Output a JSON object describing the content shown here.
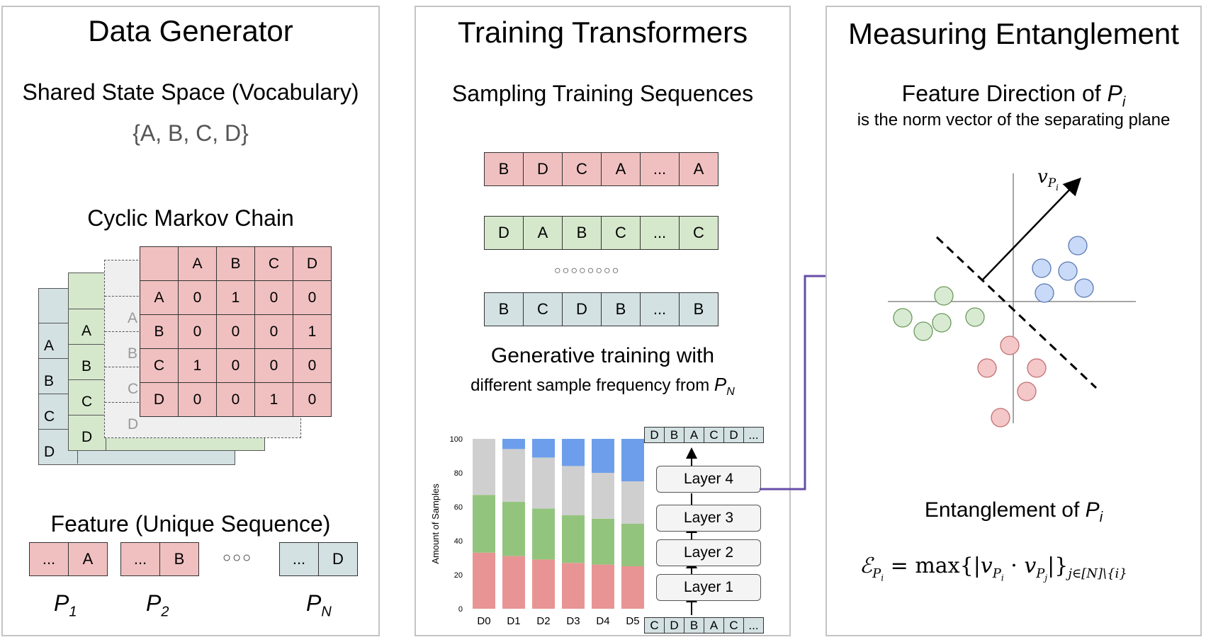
{
  "panels": {
    "generator": {
      "title": "Data Generator",
      "state_space_label": "Shared State Space (Vocabulary)",
      "vocabulary": "{A, B, C, D}",
      "chain_label": "Cyclic Markov Chain",
      "matrix": {
        "cols": [
          "A",
          "B",
          "C",
          "D"
        ],
        "rows": [
          {
            "label": "A",
            "values": [
              "0",
              "1",
              "0",
              "0"
            ]
          },
          {
            "label": "B",
            "values": [
              "0",
              "0",
              "0",
              "1"
            ]
          },
          {
            "label": "C",
            "values": [
              "1",
              "0",
              "0",
              "0"
            ]
          },
          {
            "label": "D",
            "values": [
              "0",
              "0",
              "1",
              "0"
            ]
          }
        ]
      },
      "feature_label": "Feature (Unique Sequence)",
      "features": [
        {
          "tokens": [
            "...",
            "A"
          ],
          "name": "P",
          "sub": "1"
        },
        {
          "tokens": [
            "...",
            "B"
          ],
          "name": "P",
          "sub": "2"
        },
        {
          "tokens": [
            "...",
            "D"
          ],
          "name": "P",
          "sub": "N"
        }
      ],
      "feature_ellipsis": "○○○"
    },
    "training": {
      "title": "Training Transformers",
      "sampling_label": "Sampling Training Sequences",
      "sequences": [
        {
          "color": "#f0c0c0",
          "tokens": [
            "B",
            "D",
            "C",
            "A",
            "...",
            "A"
          ]
        },
        {
          "color": "#d6e8cc",
          "tokens": [
            "D",
            "A",
            "B",
            "C",
            "...",
            "C"
          ]
        },
        {
          "color": "#d3e1e3",
          "tokens": [
            "B",
            "C",
            "D",
            "B",
            "...",
            "B"
          ]
        }
      ],
      "seq_ellipsis": "○○○○○○○○",
      "gen_label": "Generative training with",
      "gen_sub": "different sample frequency from",
      "gen_sub_var": "P",
      "gen_sub_var_sub": "N",
      "layers": [
        "Layer 4",
        "Layer 3",
        "Layer 2",
        "Layer 1"
      ],
      "output_tokens": [
        "D",
        "B",
        "A",
        "C",
        "D",
        "..."
      ],
      "input_tokens": [
        "C",
        "D",
        "B",
        "A",
        "C",
        "..."
      ]
    },
    "entanglement": {
      "title": "Measuring Entanglement",
      "direction_label": "Feature Direction of",
      "direction_var": "P",
      "direction_var_sub": "i",
      "direction_sub": "is the norm vector of the separating plane",
      "vector_label": "v",
      "vector_sub": "P",
      "vector_subsub": "i",
      "ent_label": "Entanglement of",
      "ent_var": "P",
      "ent_var_sub": "i"
    }
  },
  "chart_data": {
    "type": "bar",
    "stacked": true,
    "categories": [
      "D0",
      "D1",
      "D2",
      "D3",
      "D4",
      "D5"
    ],
    "series": [
      {
        "color": "#e99494",
        "values": [
          33,
          31,
          29,
          27,
          26,
          25
        ]
      },
      {
        "color": "#93c47d",
        "values": [
          34,
          32,
          30,
          28,
          27,
          25
        ]
      },
      {
        "color": "#cfcfcf",
        "values": [
          33,
          31,
          30,
          29,
          27,
          25
        ]
      },
      {
        "color": "#6d9eeb",
        "values": [
          0,
          6,
          11,
          16,
          20,
          25
        ]
      }
    ],
    "ylabel": "Amount of Samples",
    "ylim": [
      0,
      100
    ],
    "yticks": [
      "0",
      "20",
      "40",
      "60",
      "80",
      "100"
    ]
  },
  "colors": {
    "red_point": "#f4c7c9",
    "green_point": "#d9ead3",
    "blue_point": "#c9daf8",
    "arrow": "#674ea7"
  }
}
